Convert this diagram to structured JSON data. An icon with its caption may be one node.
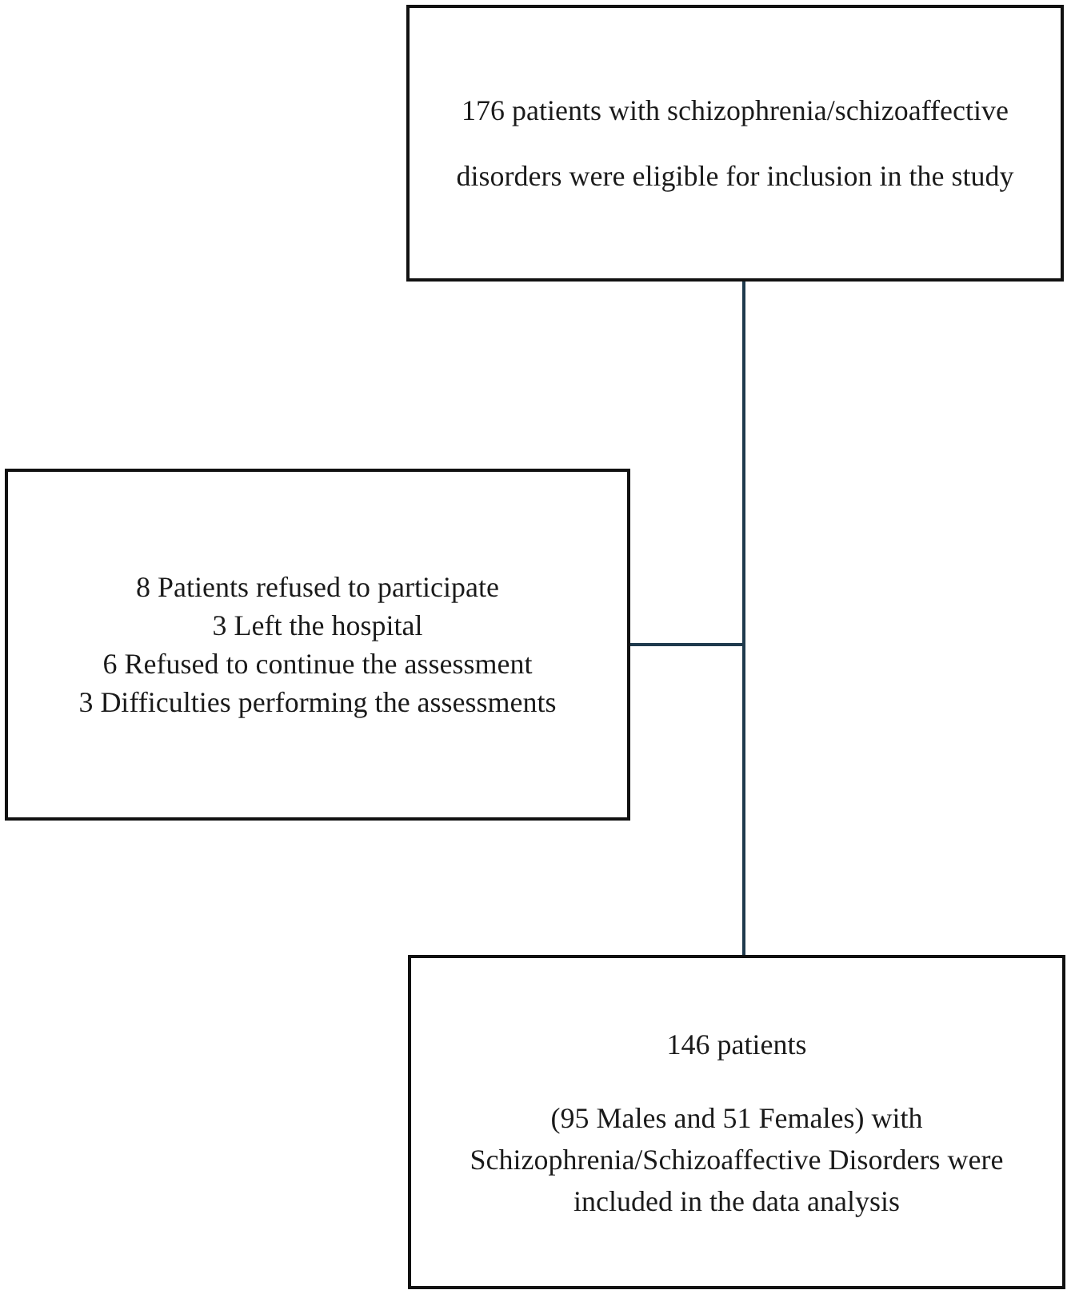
{
  "diagram": {
    "nodes": [
      {
        "text": [
          "176 patients with schizophrenia/schizoaffective disorders were eligible for inclusion in the study"
        ]
      },
      {
        "text": [
          "8 Patients refused to participate",
          "3 Left the hospital",
          "6 Refused to continue the assessment",
          "3 Difficulties performing the assessments"
        ]
      },
      {
        "text": [
          "146 patients",
          "(95 Males and 51 Females) with Schizophrenia/Schizoaffective Disorders were included in the data analysis"
        ]
      }
    ],
    "edges": [
      {
        "from": 0,
        "to": 2,
        "arrow": "none"
      },
      {
        "from": 0,
        "to": 1,
        "arrow": "none"
      }
    ]
  }
}
